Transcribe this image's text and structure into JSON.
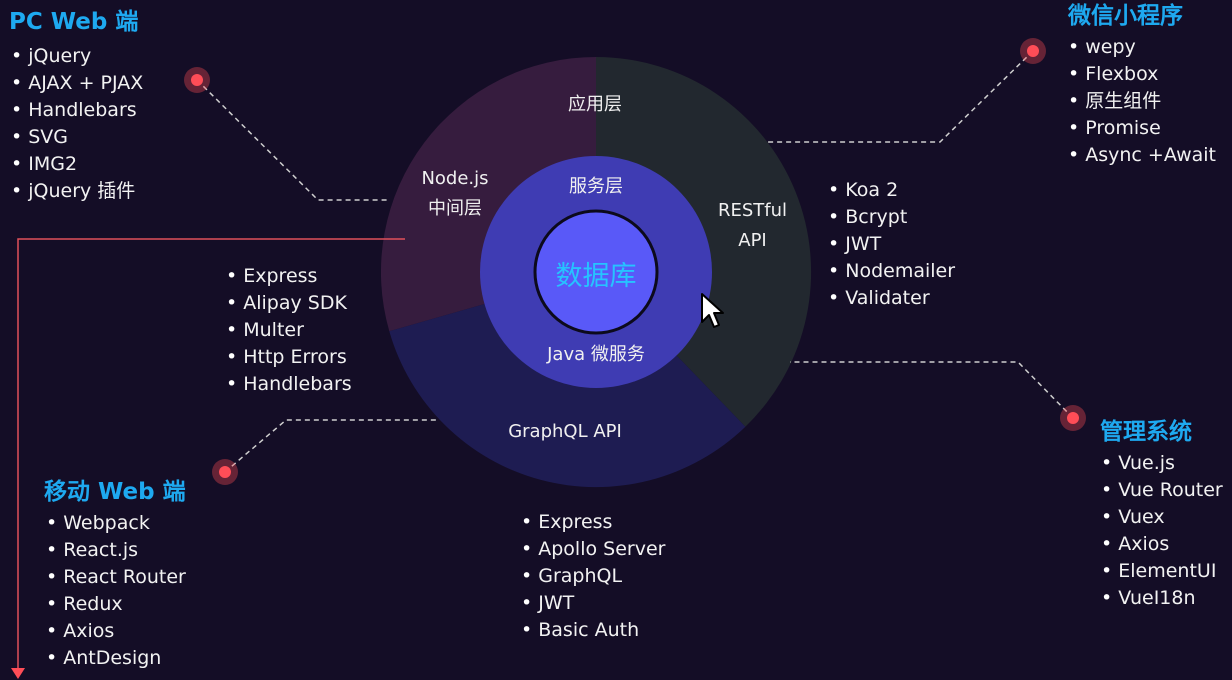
{
  "diagram": {
    "core": {
      "label": "数据库"
    },
    "inner_ring": {
      "top_label": "服务层",
      "bottom_label": "Java 微服务"
    },
    "outer_ring": {
      "app_label": "应用层",
      "node_label": [
        "Node.js",
        "中间层"
      ],
      "rest_label": [
        "RESTful",
        "API"
      ],
      "graphql_label": "GraphQL API"
    }
  },
  "sections": {
    "pc_web": {
      "title": "PC Web 端",
      "items": [
        "jQuery",
        "AJAX + PJAX",
        "Handlebars",
        "SVG",
        "IMG2",
        "jQuery 插件"
      ]
    },
    "mini_program": {
      "title": "微信小程序",
      "items": [
        "wepy",
        "Flexbox",
        "原生组件",
        "Promise",
        "Async +Await"
      ]
    },
    "node_stack": {
      "items": [
        "Express",
        "Alipay SDK",
        "Multer",
        "Http Errors",
        "Handlebars"
      ]
    },
    "rest_stack": {
      "items": [
        "Koa 2",
        "Bcrypt",
        "JWT",
        "Nodemailer",
        "Validater"
      ]
    },
    "admin": {
      "title": "管理系统",
      "items": [
        "Vue.js",
        "Vue Router",
        "Vuex",
        "Axios",
        "ElementUI",
        "VueI18n"
      ]
    },
    "mobile_web": {
      "title": "移动 Web 端",
      "items": [
        "Webpack",
        "React.js",
        "React Router",
        "Redux",
        "Axios",
        "AntDesign"
      ]
    },
    "graphql_stack": {
      "items": [
        "Express",
        "Apollo Server",
        "GraphQL",
        "JWT",
        "Basic Auth"
      ]
    }
  },
  "colors": {
    "background": "#140d26",
    "title": "#1ea9f0",
    "dot": "#ff4d57",
    "segment_node": "#361c3e",
    "segment_rest": "#22282f",
    "segment_graphql": "#1e1c52",
    "inner_ring": "#3f3cb3",
    "core": "#5959f8",
    "core_text": "#26c3ff"
  }
}
